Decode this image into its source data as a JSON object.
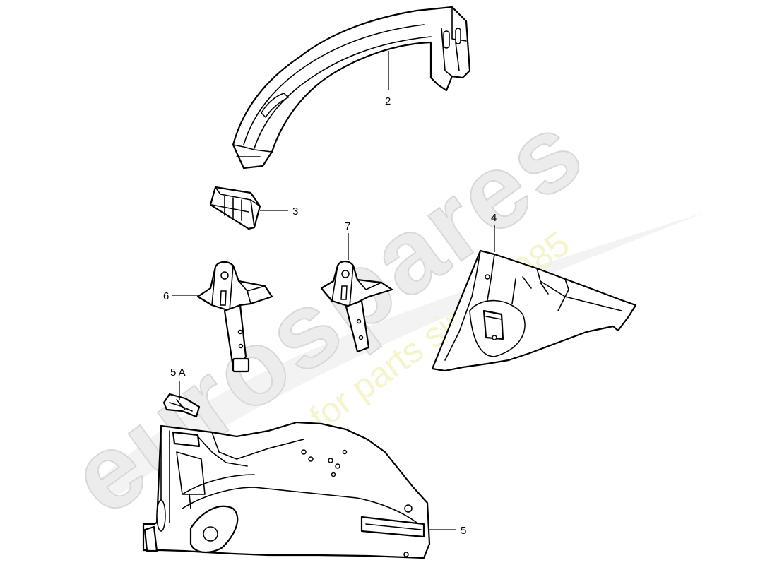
{
  "watermark": {
    "logo_text": "eurospares",
    "tagline": "a passion for parts since 1985",
    "logo_color": "#ececec",
    "tagline_color": "#f6f3c8"
  },
  "callouts": {
    "c2": "2",
    "c3": "3",
    "c4": "4",
    "c5": "5",
    "c5a": "5 A",
    "c6": "6",
    "c7": "7"
  },
  "colors": {
    "line": "#000000",
    "background": "#ffffff"
  }
}
